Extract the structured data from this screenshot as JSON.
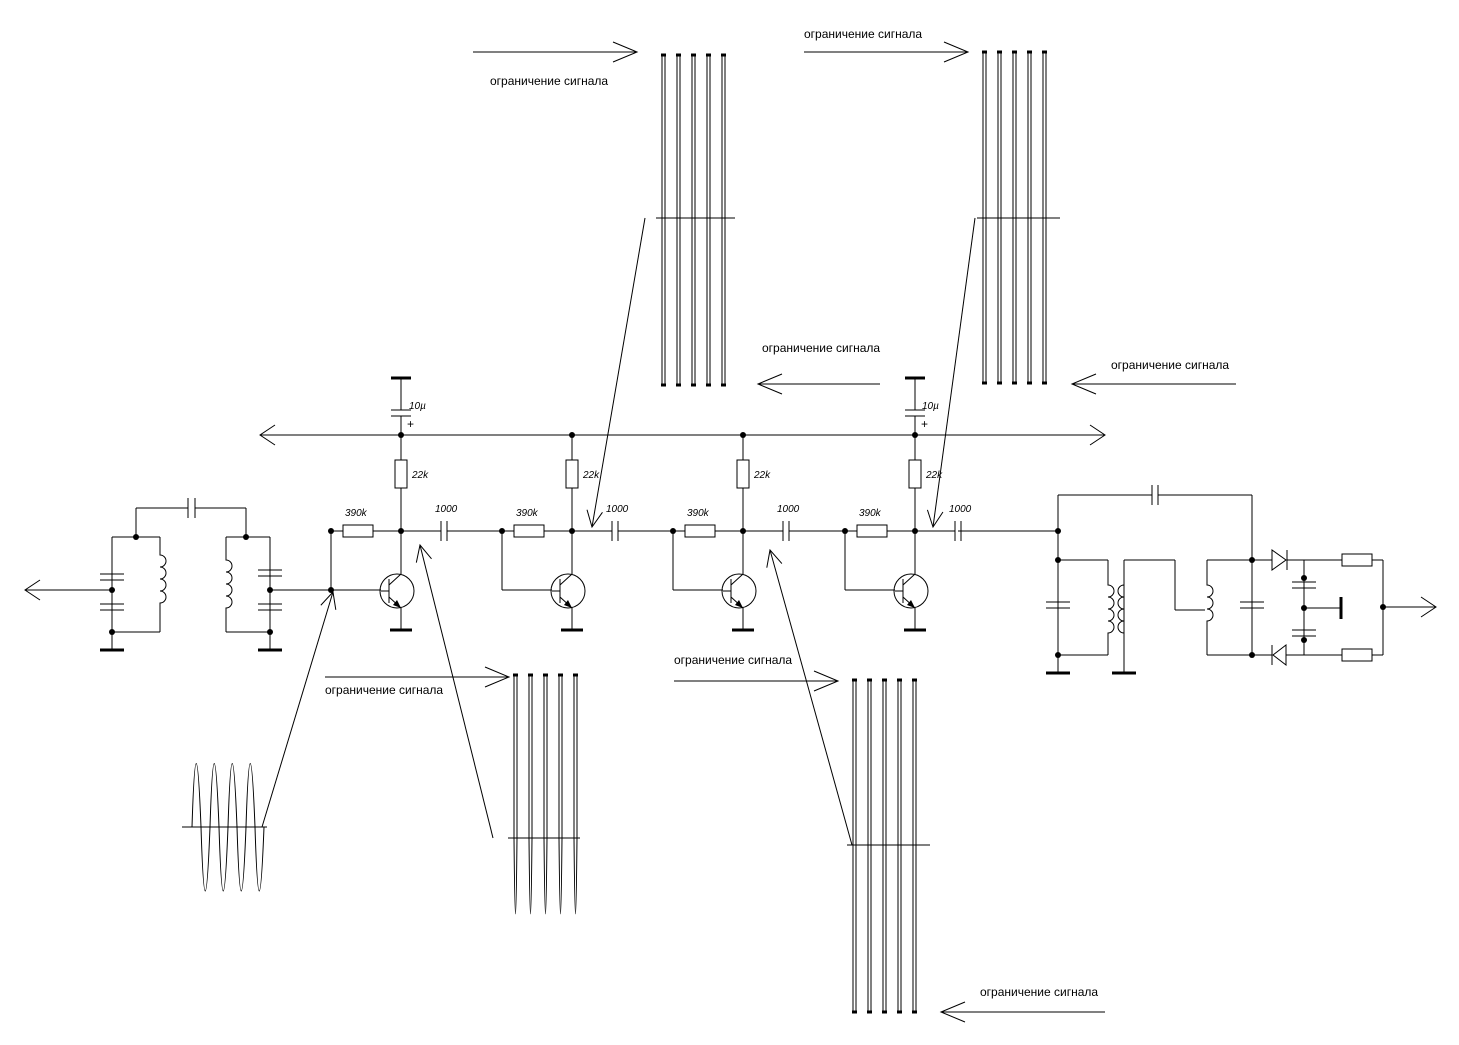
{
  "annotation_text": "ограничение сигнала",
  "components": {
    "cap_supply": "10µ",
    "cap_polarity": "+",
    "resistor_collector": "22k",
    "resistor_bias": "390k",
    "cap_coupling": "1000"
  }
}
